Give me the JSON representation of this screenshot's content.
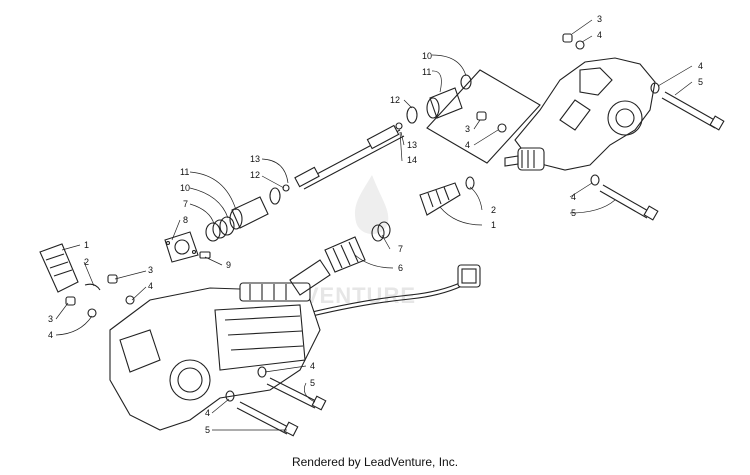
{
  "watermark": {
    "text": "LEADVENTURE"
  },
  "caption": "Rendered by LeadVenture, Inc.",
  "callouts": [
    {
      "id": "c1",
      "text": "3"
    },
    {
      "id": "c2",
      "text": "4"
    },
    {
      "id": "c3",
      "text": "10"
    },
    {
      "id": "c4",
      "text": "11"
    },
    {
      "id": "c5",
      "text": "4"
    },
    {
      "id": "c6",
      "text": "5"
    },
    {
      "id": "c7",
      "text": "12"
    },
    {
      "id": "c8",
      "text": "3"
    },
    {
      "id": "c9",
      "text": "4"
    },
    {
      "id": "c10",
      "text": "13"
    },
    {
      "id": "c11",
      "text": "14"
    },
    {
      "id": "c12",
      "text": "13"
    },
    {
      "id": "c13",
      "text": "12"
    },
    {
      "id": "c14",
      "text": "11"
    },
    {
      "id": "c15",
      "text": "10"
    },
    {
      "id": "c16",
      "text": "7"
    },
    {
      "id": "c17",
      "text": "8"
    },
    {
      "id": "c18",
      "text": "9"
    },
    {
      "id": "c19",
      "text": "2"
    },
    {
      "id": "c20",
      "text": "1"
    },
    {
      "id": "c21",
      "text": "4"
    },
    {
      "id": "c22",
      "text": "5"
    },
    {
      "id": "c23",
      "text": "7"
    },
    {
      "id": "c24",
      "text": "6"
    },
    {
      "id": "c25",
      "text": "1"
    },
    {
      "id": "c26",
      "text": "2"
    },
    {
      "id": "c27",
      "text": "3"
    },
    {
      "id": "c28",
      "text": "4"
    },
    {
      "id": "c29",
      "text": "3"
    },
    {
      "id": "c30",
      "text": "4"
    },
    {
      "id": "c31",
      "text": "4"
    },
    {
      "id": "c32",
      "text": "5"
    },
    {
      "id": "c33",
      "text": "4"
    },
    {
      "id": "c34",
      "text": "5"
    }
  ]
}
